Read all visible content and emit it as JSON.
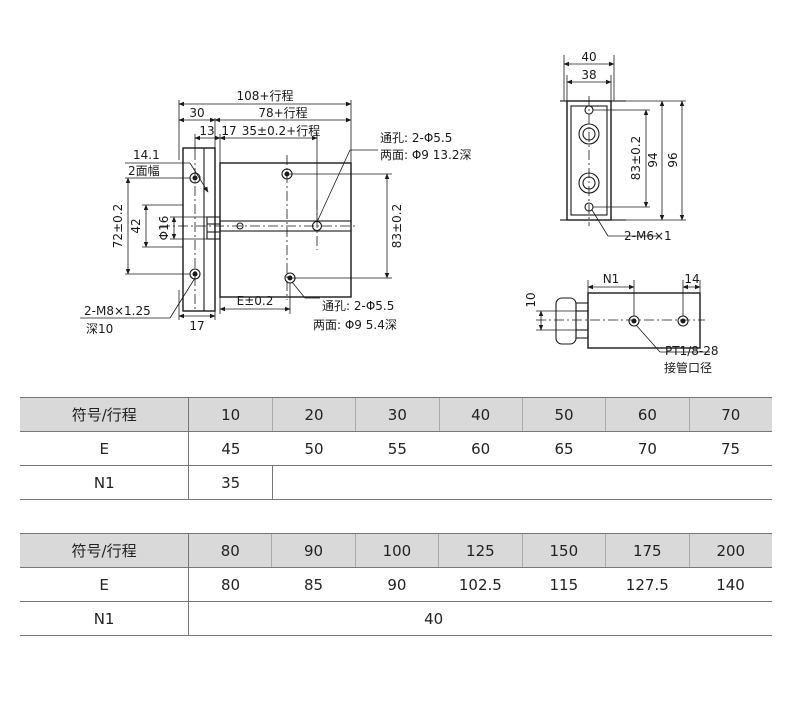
{
  "drawing": {
    "front": {
      "dim_total": "108+行程",
      "dim_30": "30",
      "dim_body": "78+行程",
      "dim_13": "13",
      "dim_17": "17",
      "dim_35": "35±0.2+行程",
      "dim_14_1": "14.1",
      "label_2face": "2面幅",
      "dim_phi16": "Φ16",
      "dim_42": "42",
      "dim_72": "72±0.2",
      "dim_83": "83±0.2",
      "label_hole_top_1": "通孔: 2-Φ5.5",
      "label_hole_top_2": "两面: Φ9  13.2深",
      "label_hole_bot_1": "通孔: 2-Φ5.5",
      "label_hole_bot_2": "两面: Φ9  5.4深",
      "dim_e": "E±0.2",
      "dim_17b": "17",
      "label_m8_1": "2-M8×1.25",
      "label_m8_2": "深10"
    },
    "end": {
      "dim_40": "40",
      "dim_38": "38",
      "dim_83": "83±0.2",
      "dim_94": "94",
      "dim_96": "96",
      "label_m6": "2-M6×1"
    },
    "side": {
      "dim_n1": "N1",
      "dim_14": "14",
      "dim_10": "10",
      "label_pt_1": "PT1/8-28",
      "label_pt_2": "接管口径"
    }
  },
  "tables": [
    {
      "header": "符号/行程",
      "strokes": [
        "10",
        "20",
        "30",
        "40",
        "50",
        "60",
        "70"
      ],
      "e_label": "E",
      "e_values": [
        "45",
        "50",
        "55",
        "60",
        "65",
        "70",
        "75"
      ],
      "n1_label": "N1",
      "n1_value": "35"
    },
    {
      "header": "符号/行程",
      "strokes": [
        "80",
        "90",
        "100",
        "125",
        "150",
        "175",
        "200"
      ],
      "e_label": "E",
      "e_values": [
        "80",
        "85",
        "90",
        "102.5",
        "115",
        "127.5",
        "140"
      ],
      "n1_label": "N1",
      "n1_value": "40"
    }
  ]
}
